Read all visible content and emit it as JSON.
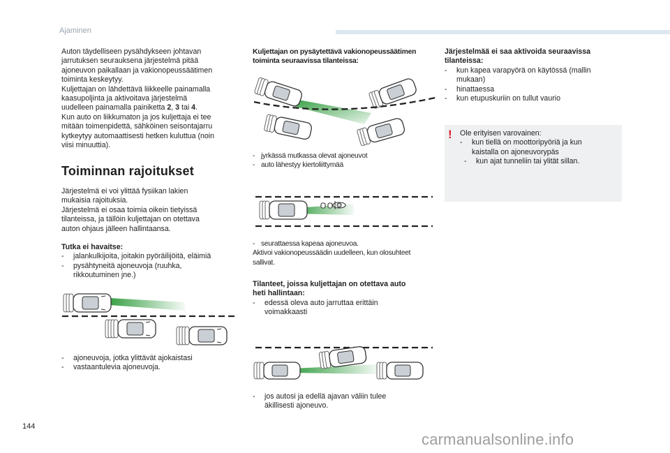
{
  "header": {
    "section": "Ajaminen"
  },
  "page_number": "144",
  "watermark": "carmanualsonline.info",
  "col1": {
    "intro": [
      "Auton täydelliseen pysähdykseen johtavan",
      "jarrutuksen seurauksena järjestelmä pitää",
      "ajoneuvon paikallaan ja vakionopeussäätimen",
      "toiminta keskeytyy.",
      "Kuljettajan on lähdettävä liikkeelle painamalla",
      "kaasupoljinta ja aktivoitava järjestelmä",
      "uudelleen painamalla painiketta 2, 3 tai 4.",
      "Kun auto on liikkumaton ja jos kuljettaja ei tee",
      "mitään toimenpidettä, sähköinen seisontajarru",
      "kytkeytyy automaattisesti hetken kuluttua (noin",
      "viisi minuuttia)."
    ],
    "heading": "Toiminnan rajoitukset",
    "limits": [
      "Järjestelmä ei voi ylittää fysiikan lakien",
      "mukaisia rajoituksia.",
      "Järjestelmä ei osaa toimia oikein tietyissä",
      "tilanteissa, ja tällöin kuljettajan on otettava",
      "auton ohjaus jälleen hallintaansa."
    ],
    "radar_title": "Tutka ei havaitse:",
    "radar_items": [
      [
        "jalankulkijoita, joitakin pyöräilijöitä, eläimiä"
      ],
      [
        "pysähtyneitä ajoneuvoja (ruuhka,",
        "rikkoutuminen jne.)"
      ]
    ],
    "after_items": [
      [
        "ajoneuvoja, jotka ylittävät ajokaistasi"
      ],
      [
        "vastaantulevia ajoneuvoja."
      ]
    ]
  },
  "col2": {
    "title": [
      "Kuljettajan on pysäytettävä vakionopeussäätimen",
      "toiminta seuraavissa tilanteissa:"
    ],
    "list1": [
      "jyrkässä mutkassa olevat ajoneuvot",
      "auto lähestyy kiertoliittymää"
    ],
    "list2_item": "seurattaessa kapeaa ajoneuvoa.",
    "list2_lines": [
      "Aktivoi vakionopeussäädin uudelleen, kun olosuhteet",
      "sallivat."
    ],
    "takeover_title": [
      "Tilanteet, joissa kuljettajan on otettava auto",
      "heti hallintaan:"
    ],
    "takeover_items": [
      [
        "edessä oleva auto jarruttaa erittäin",
        "voimakkaasti"
      ]
    ],
    "cutin_items": [
      [
        "jos autosi ja edellä ajavan väliin tulee",
        "äkillisesti ajoneuvo."
      ]
    ]
  },
  "col3": {
    "title": [
      "Järjestelmää ei saa aktivoida seuraavissa",
      "tilanteissa:"
    ],
    "items": [
      [
        "kun kapea varapyörä on käytössä (mallin",
        "mukaan)"
      ],
      [
        "hinattaessa"
      ],
      [
        "kun etupuskuriin on tullut vaurio"
      ]
    ],
    "caution_mark": "!",
    "caution_intro": "Ole erityisen varovainen:",
    "caution_items": [
      [
        "kun tiellä on moottoripyöriä ja kun",
        "kaistalla on ajoneuvorypäs"
      ],
      [
        "kun ajat tunneliin tai ylität sillan."
      ]
    ]
  },
  "dash_glyph": "-",
  "colors": {
    "radar_green": "#2e9b3c",
    "header_bar": "#dce7f0",
    "caution_bg": "#eef0f2",
    "warning_red": "#d81e2a"
  }
}
